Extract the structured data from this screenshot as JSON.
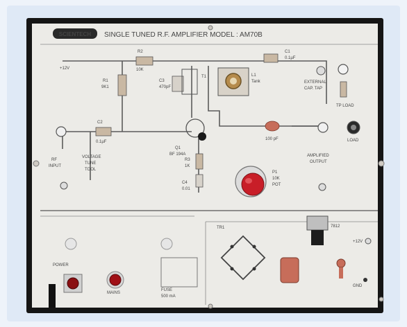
{
  "header": {
    "brand": "SCIENTECH",
    "title": "SINGLE TUNED R.F. AMPLIFIER MODEL : AM70B"
  },
  "labels": {
    "r1": "R1",
    "r1_value": "9K1",
    "r2": "R2",
    "r2_value": "10K",
    "vcc": "+12V",
    "c3": "C3",
    "c3_value": "470pF",
    "c1": "C1",
    "c1_value": "0.1µF",
    "t1": "T1",
    "coil": "L1",
    "coil_value": "Tank",
    "ext_cap": "EXTERNAL",
    "ext_cap_sub": "CAP. TAP",
    "tp_load": "TP LOAD",
    "c2": "C2",
    "c2_value": "0.1µF",
    "rf_input": "RF",
    "rf_input_sub": "INPUT",
    "tuning": "VOLTAGE",
    "tuning_sub": "TUNE",
    "tuning_sub2": "TOOL",
    "transistor": "Q1",
    "transistor_value": "BF 194A",
    "re": "R3",
    "re_value": "1K",
    "ce": "C4",
    "ce_value": "0.01",
    "cap_100pf": "100 pF",
    "pot": "P1",
    "pot_sub": "10K",
    "pot_sub2": "POT",
    "amp_output": "AMPLIFIED",
    "amp_output_sub": "OUTPUT",
    "load": "LOAD",
    "power": "POWER",
    "mains": "MAINS",
    "fuse_label": "FUSE",
    "fuse_value": "500 mA",
    "transformer": "TR1",
    "ic": "7812",
    "output_12v": "+12V",
    "gnd": "GND"
  },
  "colors": {
    "panel": "#ecebe7",
    "frame": "#151515",
    "trace": "#5b5b5b",
    "knob": "#c81e28",
    "led": "#a01016",
    "component": "#c76d5a"
  }
}
